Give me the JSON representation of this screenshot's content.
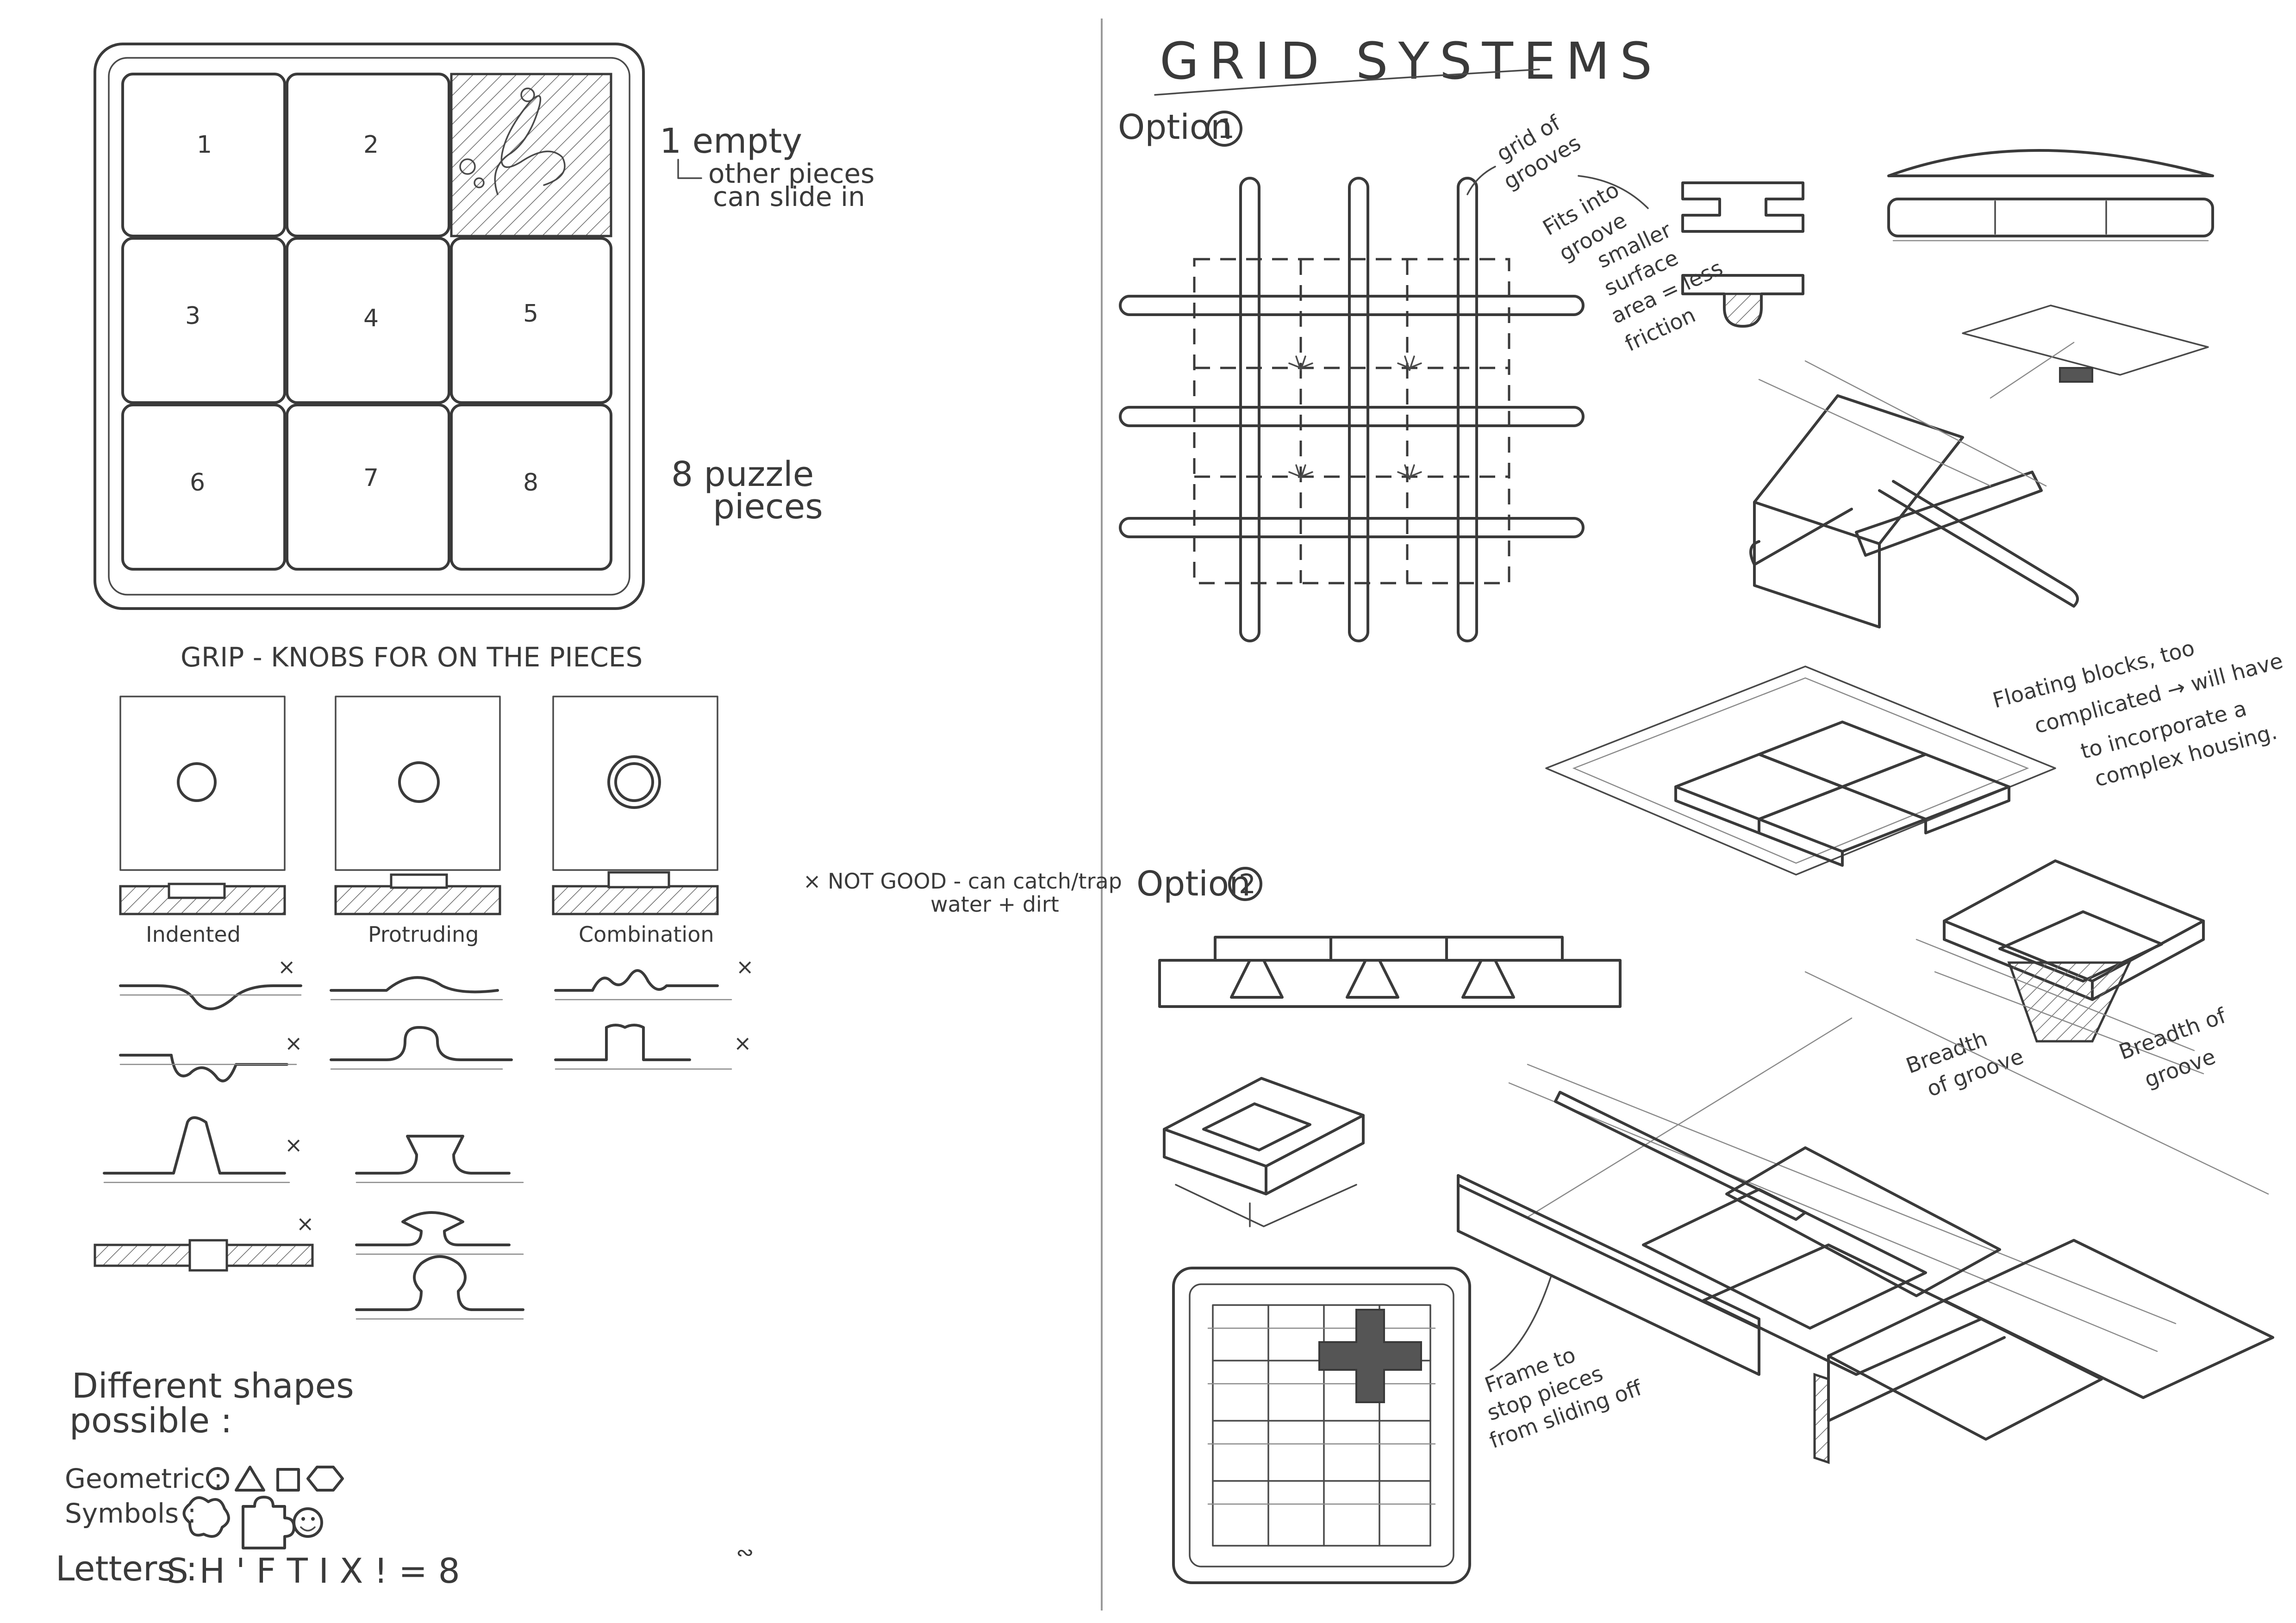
{
  "left_page": {
    "tray": {
      "numbers": [
        "1",
        "2",
        "3",
        "4",
        "5",
        "6",
        "7",
        "8"
      ],
      "note_empty_1": "1 empty",
      "note_empty_2": "other pieces",
      "note_empty_3": "can slide in",
      "note_pieces_1": "8 puzzle",
      "note_pieces_2": "pieces"
    },
    "grip": {
      "heading": "GRIP - KNOBS FOR ON THE PIECES",
      "labels": [
        "Indented",
        "Protruding",
        "Combination"
      ],
      "mark_x": "×",
      "not_good_1": "× NOT GOOD - can catch/trap",
      "not_good_2": "water + dirt"
    },
    "shapes": {
      "heading_1": "Different shapes",
      "heading_2": "possible :",
      "geometric_label": "Geometric :",
      "symbols_label": "Symbols :",
      "letters_label": "Letters :",
      "letters_value": "S H ' F T I X ! = 8"
    }
  },
  "right_page": {
    "title": "GRID SYSTEMS",
    "option_1": {
      "label": "Option",
      "number": "1"
    },
    "option_2": {
      "label": "Option",
      "number": "2"
    },
    "notes": {
      "grid_of_grooves_1": "grid of",
      "grid_of_grooves_2": "grooves",
      "fits_into_groove_1": "Fits into",
      "fits_into_groove_2": "groove",
      "smaller_surface_1": "smaller",
      "smaller_surface_2": "surface",
      "smaller_surface_3": "area = less",
      "smaller_surface_4": "friction",
      "floating_1": "Floating blocks, too",
      "floating_2": "complicated → will have",
      "floating_3": "to incorporate a",
      "floating_4": "complex housing.",
      "breadth_1a": "Breadth",
      "breadth_1b": "of groove",
      "breadth_2a": "Breadth of",
      "breadth_2b": "groove",
      "frame_1": "Frame to",
      "frame_2": "stop pieces",
      "frame_3": "from sliding off"
    }
  }
}
